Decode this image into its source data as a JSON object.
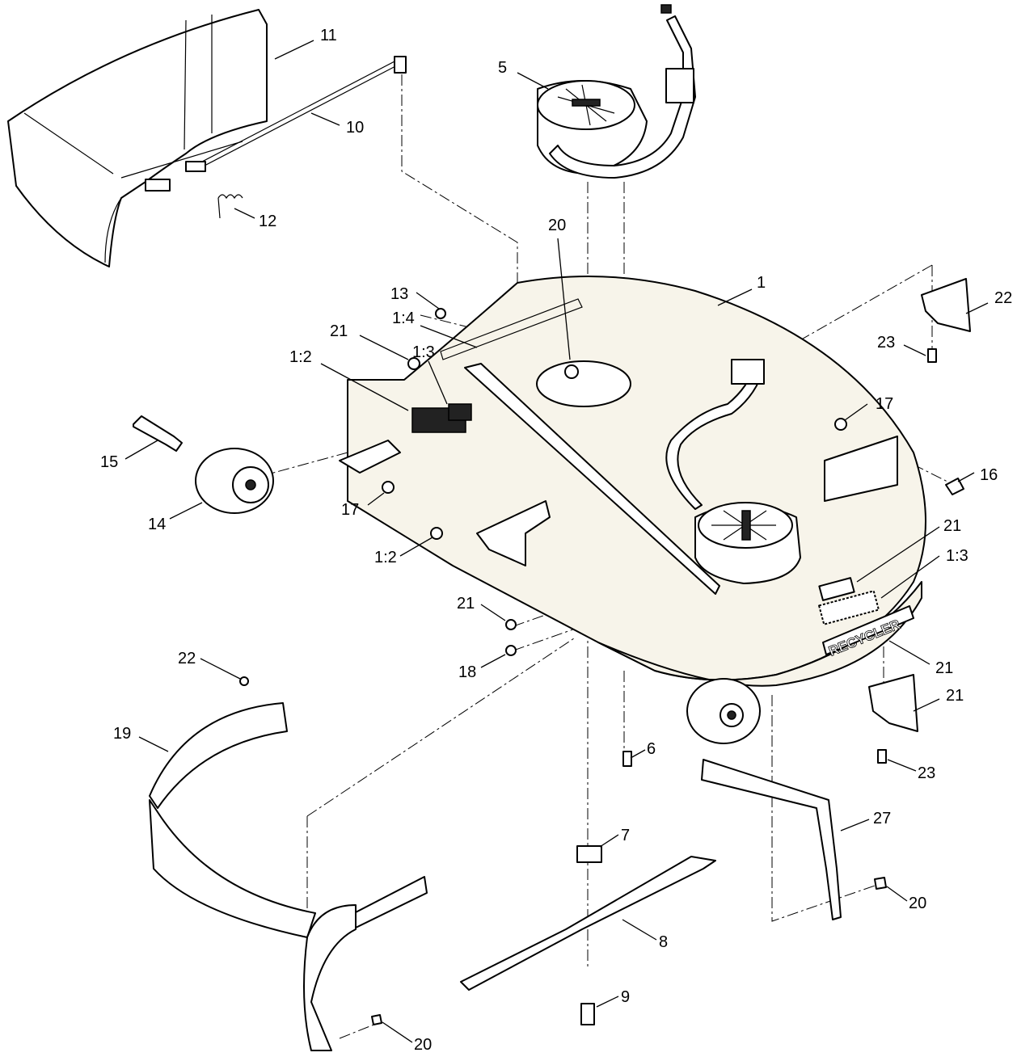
{
  "callouts": [
    {
      "id": "c11",
      "text": "11"
    },
    {
      "id": "c10",
      "text": "10"
    },
    {
      "id": "c12",
      "text": "12"
    },
    {
      "id": "c5",
      "text": "5"
    },
    {
      "id": "c20a",
      "text": "20"
    },
    {
      "id": "c1",
      "text": "1"
    },
    {
      "id": "c22a",
      "text": "22"
    },
    {
      "id": "c23a",
      "text": "23"
    },
    {
      "id": "c13",
      "text": "13"
    },
    {
      "id": "c1_4",
      "text": "1:4"
    },
    {
      "id": "c21a",
      "text": "21"
    },
    {
      "id": "c1_3a",
      "text": "1:3"
    },
    {
      "id": "c1_2a",
      "text": "1:2"
    },
    {
      "id": "c17a",
      "text": "17"
    },
    {
      "id": "c15",
      "text": "15"
    },
    {
      "id": "c16",
      "text": "16"
    },
    {
      "id": "c14",
      "text": "14"
    },
    {
      "id": "c17b",
      "text": "17"
    },
    {
      "id": "c21b",
      "text": "21"
    },
    {
      "id": "c1_3b",
      "text": "1:3"
    },
    {
      "id": "c1_2b",
      "text": "1:2"
    },
    {
      "id": "c21c",
      "text": "21"
    },
    {
      "id": "c21d",
      "text": "21"
    },
    {
      "id": "c18",
      "text": "18"
    },
    {
      "id": "c21e",
      "text": "21"
    },
    {
      "id": "c22b",
      "text": "22"
    },
    {
      "id": "c19",
      "text": "19"
    },
    {
      "id": "c6",
      "text": "6"
    },
    {
      "id": "c23b",
      "text": "23"
    },
    {
      "id": "c27",
      "text": "27"
    },
    {
      "id": "c7",
      "text": "7"
    },
    {
      "id": "c20b",
      "text": "20"
    },
    {
      "id": "c8",
      "text": "8"
    },
    {
      "id": "c9",
      "text": "9"
    },
    {
      "id": "c20c",
      "text": "20"
    }
  ],
  "deck_brand_text": "RECYCLER"
}
